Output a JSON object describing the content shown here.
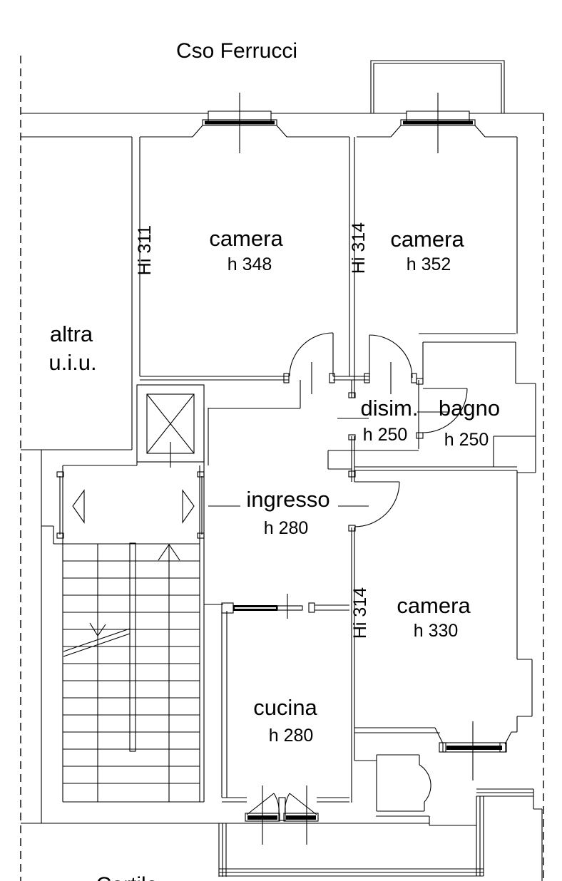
{
  "title": "Cso Ferrucci",
  "courtyard_label": "Cortile",
  "rooms": {
    "altra_uiu": {
      "line1": "altra",
      "line2": "u.i.u."
    },
    "camera_nw": {
      "name": "camera",
      "height": "h 348",
      "wall_note": "Hi 311"
    },
    "camera_ne": {
      "name": "camera",
      "height": "h 352",
      "wall_note": "Hi 314"
    },
    "disimpegno": {
      "name": "disim.",
      "height": "h 250"
    },
    "bagno": {
      "name": "bagno",
      "height": "h 250"
    },
    "ingresso": {
      "name": "ingresso",
      "height": "h 280"
    },
    "camera_se": {
      "name": "camera",
      "height": "h 330",
      "wall_note": "Hi 314"
    },
    "cucina": {
      "name": "cucina",
      "height": "h 280"
    }
  },
  "line_color": "#000000",
  "background_color": "#ffffff"
}
